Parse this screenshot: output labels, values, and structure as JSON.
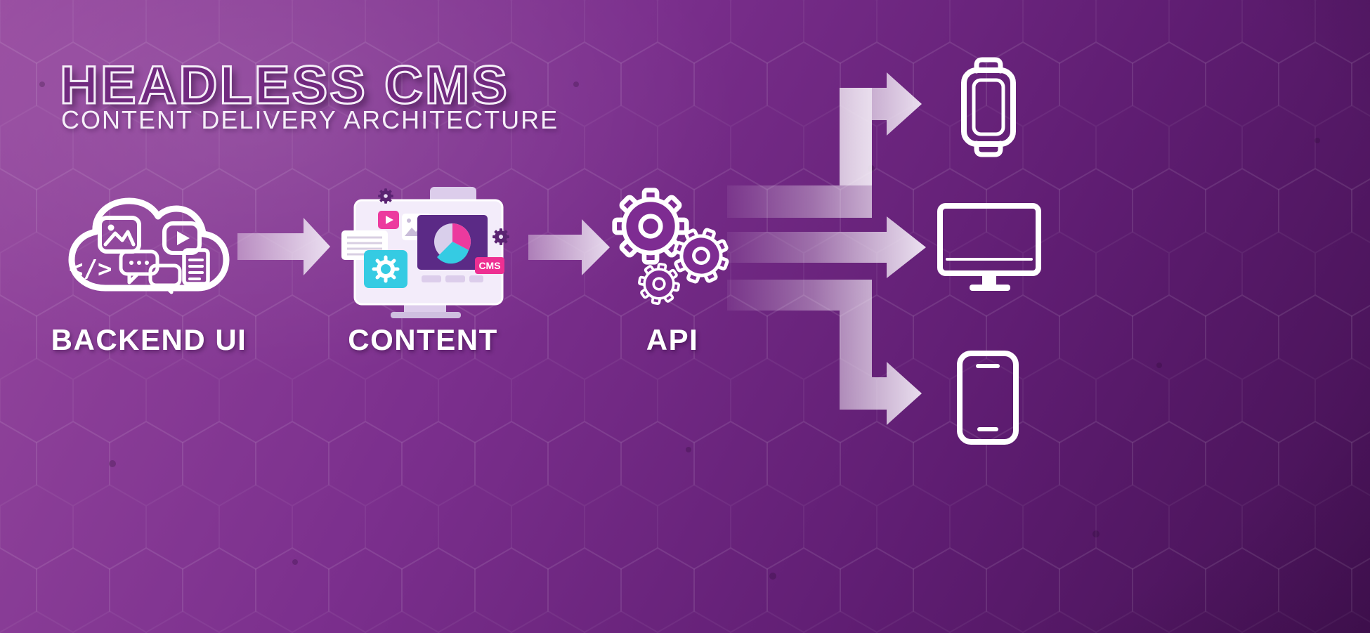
{
  "header": {
    "title": "HEADLESS CMS",
    "subtitle": "CONTENT DELIVERY ARCHITECTURE"
  },
  "stages": [
    {
      "id": "backend-ui",
      "label": "BACKEND UI",
      "icon": "cloud-backend-icon"
    },
    {
      "id": "content",
      "label": "CONTENT",
      "icon": "cms-screen-icon"
    },
    {
      "id": "api",
      "label": "API",
      "icon": "gears-icon"
    }
  ],
  "cloud": {
    "code_glyph": "</>",
    "icons": [
      "image-icon",
      "video-icon",
      "code-icon",
      "chat-icon",
      "document-icon"
    ]
  },
  "content_screen": {
    "badge": "CMS",
    "icons": [
      "pie-chart-icon",
      "gear-icon",
      "video-card-icon",
      "image-card-icon",
      "text-card-icon"
    ]
  },
  "targets": [
    {
      "id": "smartwatch",
      "icon": "smartwatch-icon"
    },
    {
      "id": "desktop",
      "icon": "desktop-monitor-icon"
    },
    {
      "id": "smartphone",
      "icon": "smartphone-icon"
    }
  ],
  "flows": [
    {
      "from": "backend-ui",
      "to": "content"
    },
    {
      "from": "content",
      "to": "api"
    },
    {
      "from": "api",
      "to": "smartwatch"
    },
    {
      "from": "api",
      "to": "desktop"
    },
    {
      "from": "api",
      "to": "smartphone"
    }
  ],
  "colors": {
    "bg_light": "#96499f",
    "bg_dark": "#441153",
    "line_white": "#ffffff",
    "arrow_fill": "#efe6f6",
    "gear_purple": "#7e2c92",
    "badge_pink": "#ee2f92",
    "accent_cyan": "#35cbe3",
    "panel_purple": "#5b2a86"
  }
}
